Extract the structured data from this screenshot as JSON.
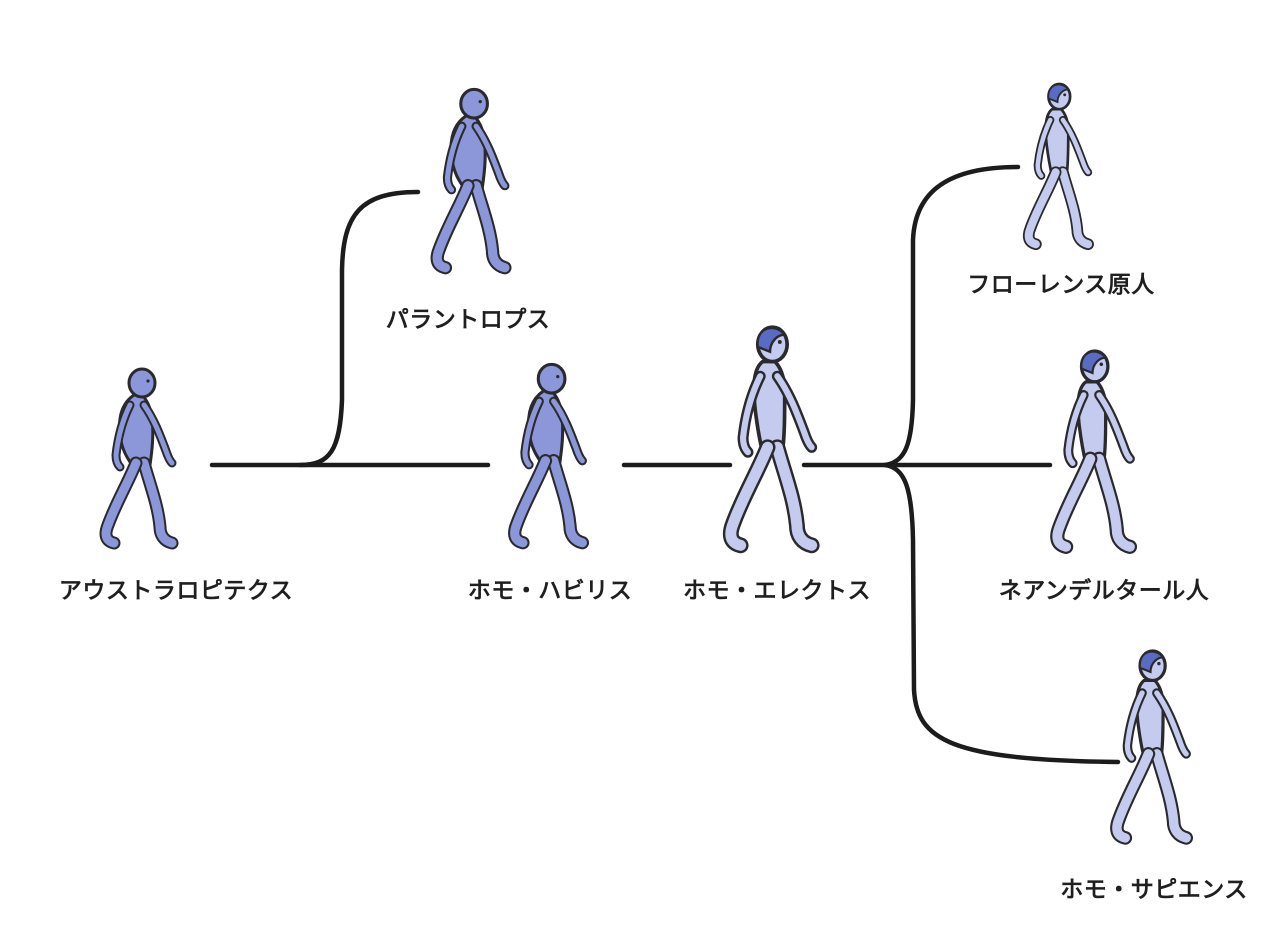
{
  "colors": {
    "line": "#1c1c1c",
    "outline": "#2a2a2e",
    "archaic_skin": "#8b97d8",
    "modern_skin": "#c4cbef",
    "hair": "#5a6bc4",
    "text": "#1f1f1f"
  },
  "species": [
    {
      "id": "australopithecus",
      "label": "アウストラロピテクス",
      "style": "archaic",
      "hair": false
    },
    {
      "id": "paranthropus",
      "label": "パラントロプス",
      "style": "archaic",
      "hair": false
    },
    {
      "id": "homo-habilis",
      "label": "ホモ・ハビリス",
      "style": "archaic",
      "hair": false
    },
    {
      "id": "homo-erectus",
      "label": "ホモ・エレクトス",
      "style": "modern",
      "hair": true
    },
    {
      "id": "floresiensis",
      "label": "フローレンス原人",
      "style": "modern",
      "hair": true
    },
    {
      "id": "neanderthal",
      "label": "ネアンデルタール人",
      "style": "modern",
      "hair": true
    },
    {
      "id": "homo-sapiens",
      "label": "ホモ・サピエンス",
      "style": "modern",
      "hair": true
    }
  ],
  "lineage": [
    {
      "from": "australopithecus",
      "to": "paranthropus"
    },
    {
      "from": "australopithecus",
      "to": "homo-habilis"
    },
    {
      "from": "homo-habilis",
      "to": "homo-erectus"
    },
    {
      "from": "homo-erectus",
      "to": "floresiensis"
    },
    {
      "from": "homo-erectus",
      "to": "neanderthal"
    },
    {
      "from": "homo-erectus",
      "to": "homo-sapiens"
    }
  ]
}
